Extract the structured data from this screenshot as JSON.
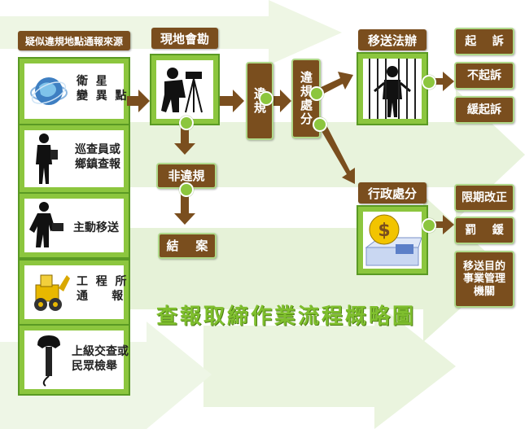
{
  "title": "查報取締作業流程概略圖",
  "source_header": "疑似違規地點通報來源",
  "sources": [
    {
      "label": "衛  星\n變  異  點",
      "icon": "globe-icon"
    },
    {
      "label": "巡查員或\n鄉鎮查報",
      "icon": "inspector-icon"
    },
    {
      "label": "主動移送",
      "icon": "worker-icon"
    },
    {
      "label": "工  程  所\n通      報",
      "icon": "bulldozer-icon"
    },
    {
      "label": "上級交查或\n民眾檢舉",
      "icon": "telephone-icon"
    }
  ],
  "site_survey": "現地會勘",
  "non_violation": "非違規",
  "case_closed": "結    案",
  "violation": "違規",
  "violation_penalty": "違規處分",
  "transfer_judicial": "移送法辦",
  "judicial_outcomes": [
    "起    訴",
    "不起訴",
    "緩起訴"
  ],
  "administrative_penalty": "行政處分",
  "admin_outcomes": [
    "限期改正",
    "罰    鍰",
    "移送目的\n事業管理\n機關"
  ],
  "colors": {
    "brown": "#7a4e1e",
    "green": "#8cc63e",
    "pale_green": "#e3f1d3"
  }
}
